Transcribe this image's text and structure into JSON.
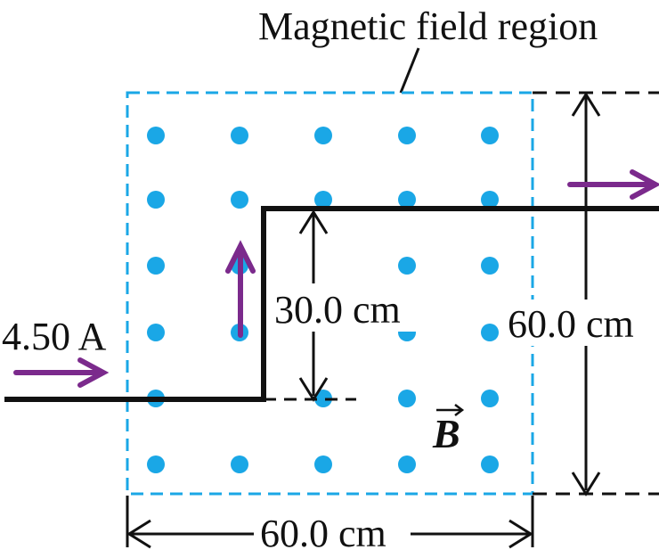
{
  "diagram": {
    "title": "Magnetic field region",
    "current_label": "4.50 A",
    "vertical_segment_label": "30.0 cm",
    "region_height_label": "60.0 cm",
    "region_width_label": "60.0 cm",
    "field_symbol": "B",
    "colors": {
      "field_dots": "#1aa7e6",
      "region_border": "#1aa7e6",
      "current_arrows": "#7b2a8c",
      "wire": "#111111",
      "dimension_lines": "#111111"
    },
    "field_direction": "out of page (dots)"
  }
}
